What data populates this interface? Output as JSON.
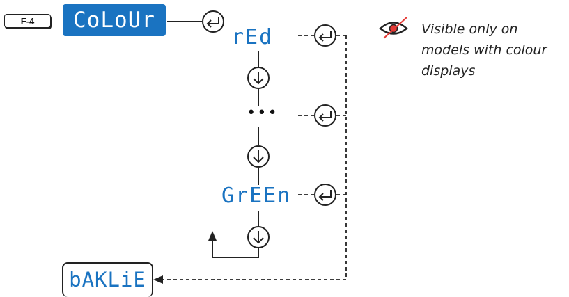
{
  "menu_code": "F-4",
  "menu_title": "CoLoUr",
  "options": [
    "rEd",
    "GrEEn"
  ],
  "ellipsis": "•••",
  "next_item": "bAKLiE",
  "note": "Visible only on models with colour displays",
  "icons": {
    "enter": "enter-icon",
    "down": "down-arrow-icon",
    "visibility": "eye-crossed-icon"
  },
  "colors": {
    "accent": "#1a73c1",
    "warning": "#e53935",
    "line": "#222222"
  }
}
